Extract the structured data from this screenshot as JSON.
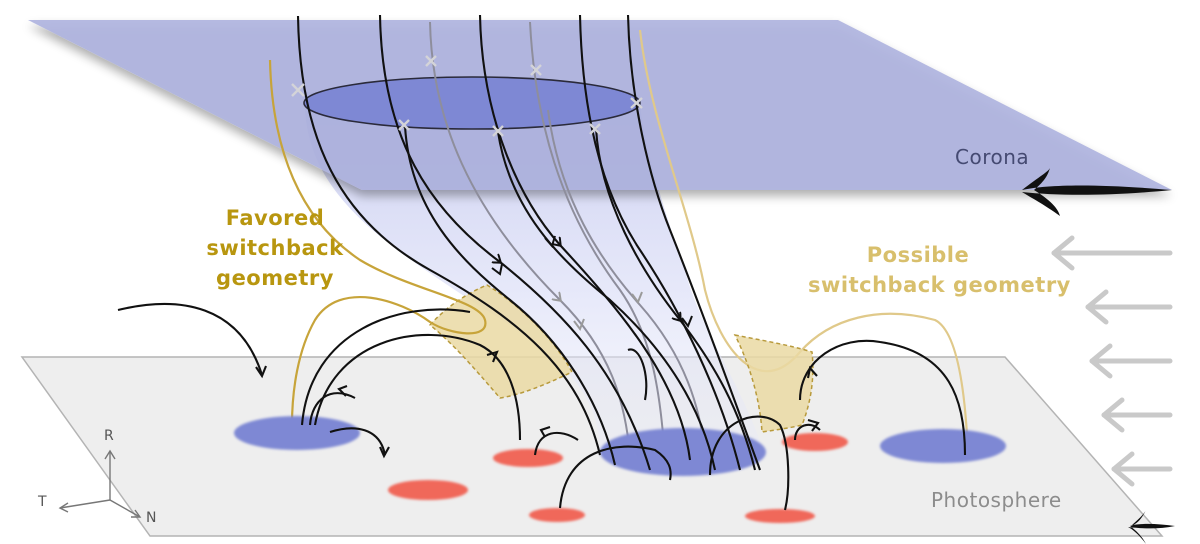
{
  "labels": {
    "corona": "Corona",
    "photosphere": "Photosphere",
    "favored_line1": "Favored",
    "favored_line2": "switchback",
    "favored_line3": "geometry",
    "possible_line1": "Possible",
    "possible_line2": "switchback geometry"
  },
  "axes": {
    "r": "R",
    "t": "T",
    "n": "N"
  },
  "colors": {
    "corona_plane": "#aeb2df",
    "photosphere_plane": "#eeeeee",
    "positive_polarity": "#7e88d4",
    "negative_polarity": "#f0675a",
    "favored_text": "#b8960f",
    "possible_text": "#d8bf6c",
    "switchback_region": "#ead9a3",
    "field_line": "#111111",
    "flow_arrow": "#c9c9c9"
  },
  "icons": {
    "reconnection_point": "x-mark-icon",
    "solar_rotation": "left-arrow-icon",
    "flow": "left-arrow-icon"
  }
}
